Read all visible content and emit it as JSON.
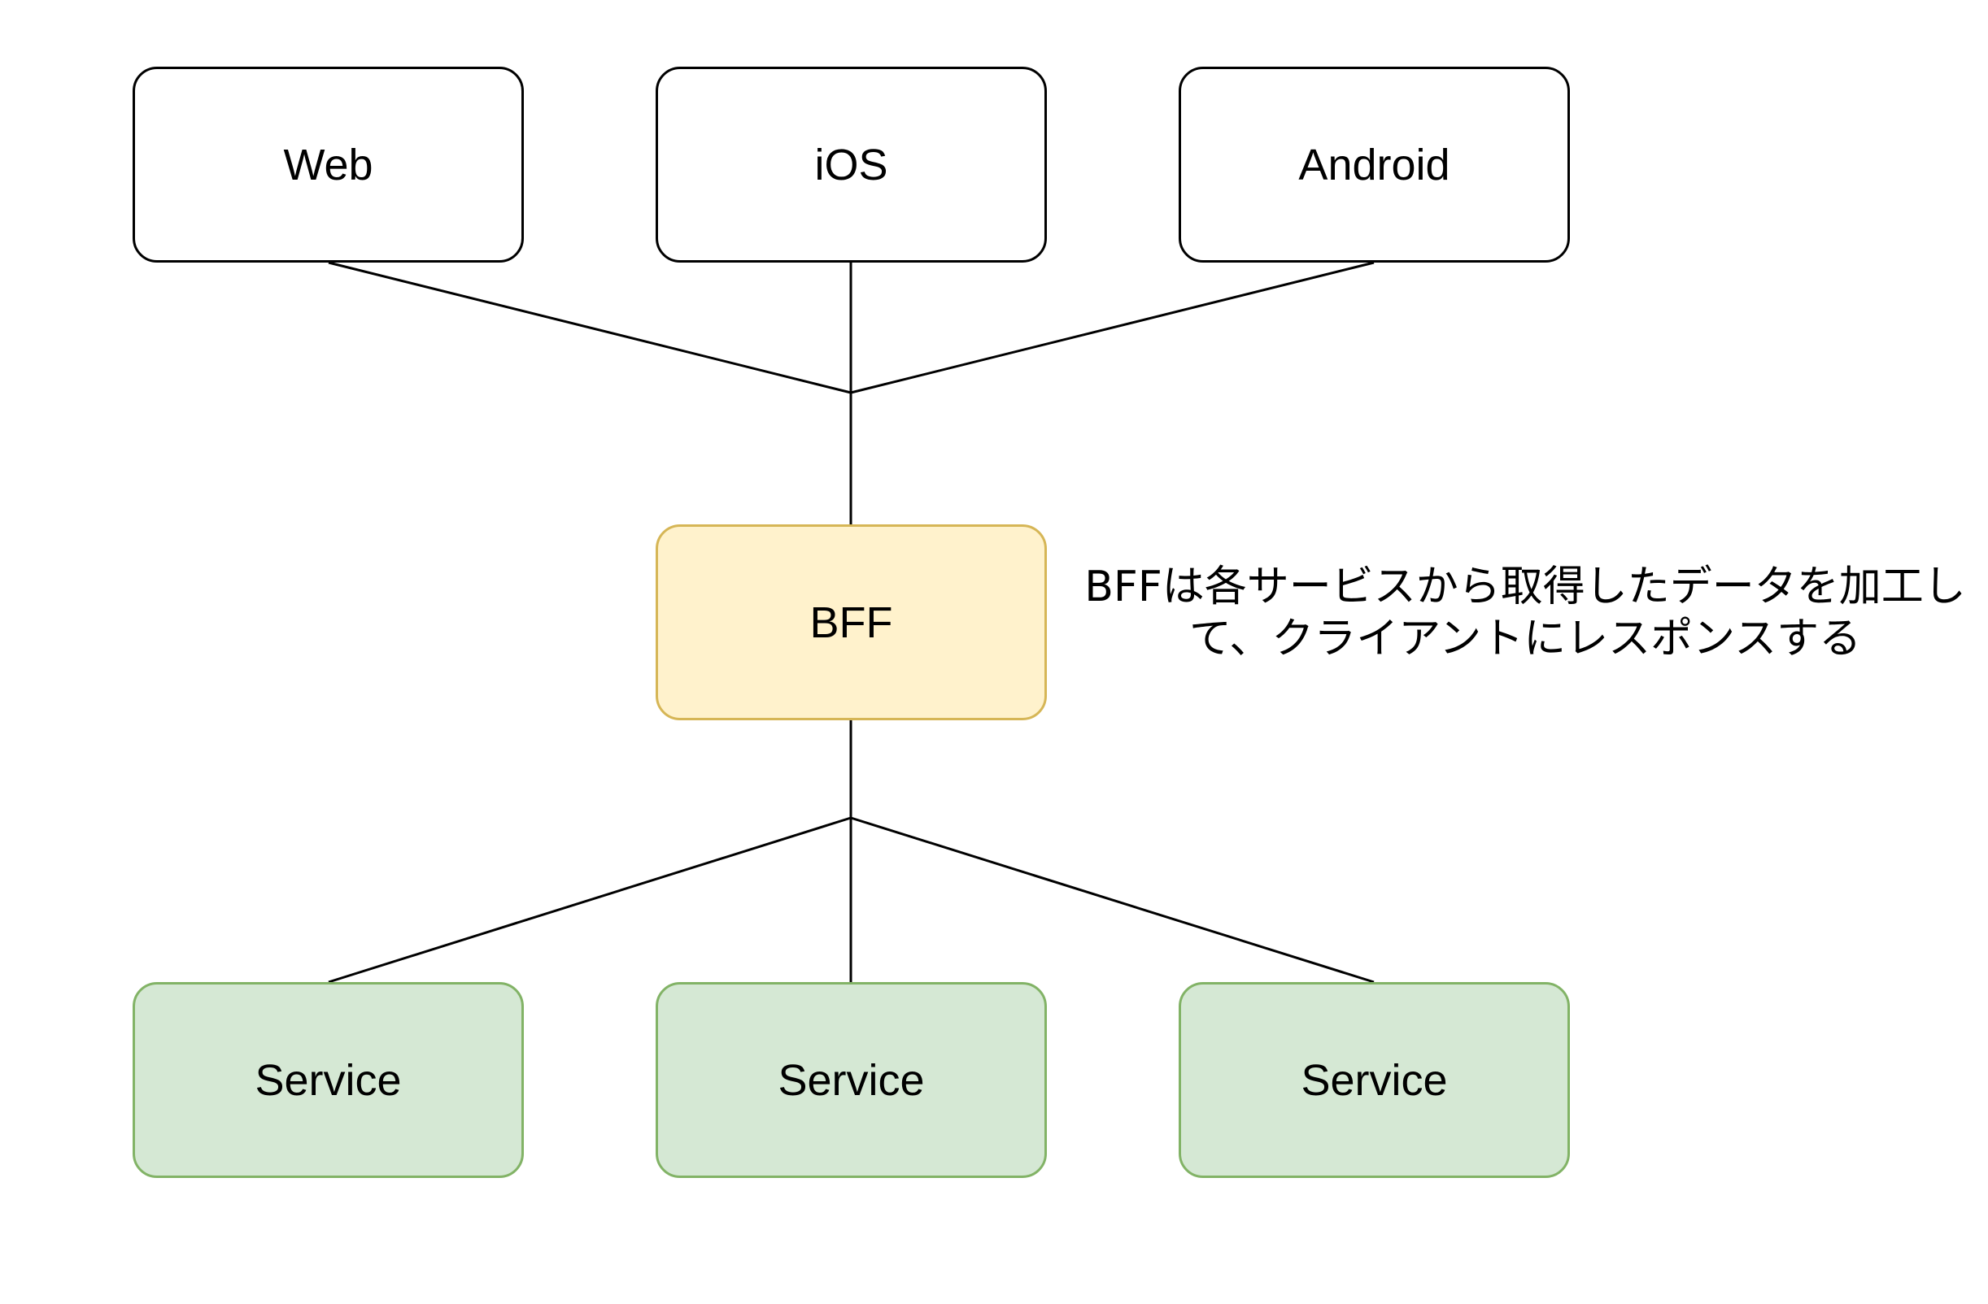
{
  "diagram": {
    "clients": {
      "web": "Web",
      "ios": "iOS",
      "android": "Android"
    },
    "bff": {
      "label": "BFF",
      "fill": "#fff2cc",
      "stroke": "#d6b656"
    },
    "services": {
      "service_1": "Service",
      "service_2": "Service",
      "service_3": "Service",
      "fill": "#d5e8d4",
      "stroke": "#82b366"
    },
    "note": "BFFは各サービスから取得したデータを加工して、クライアントにレスポンスする",
    "colors": {
      "line": "#000000",
      "client_fill": "#ffffff",
      "client_stroke": "#000000"
    }
  }
}
